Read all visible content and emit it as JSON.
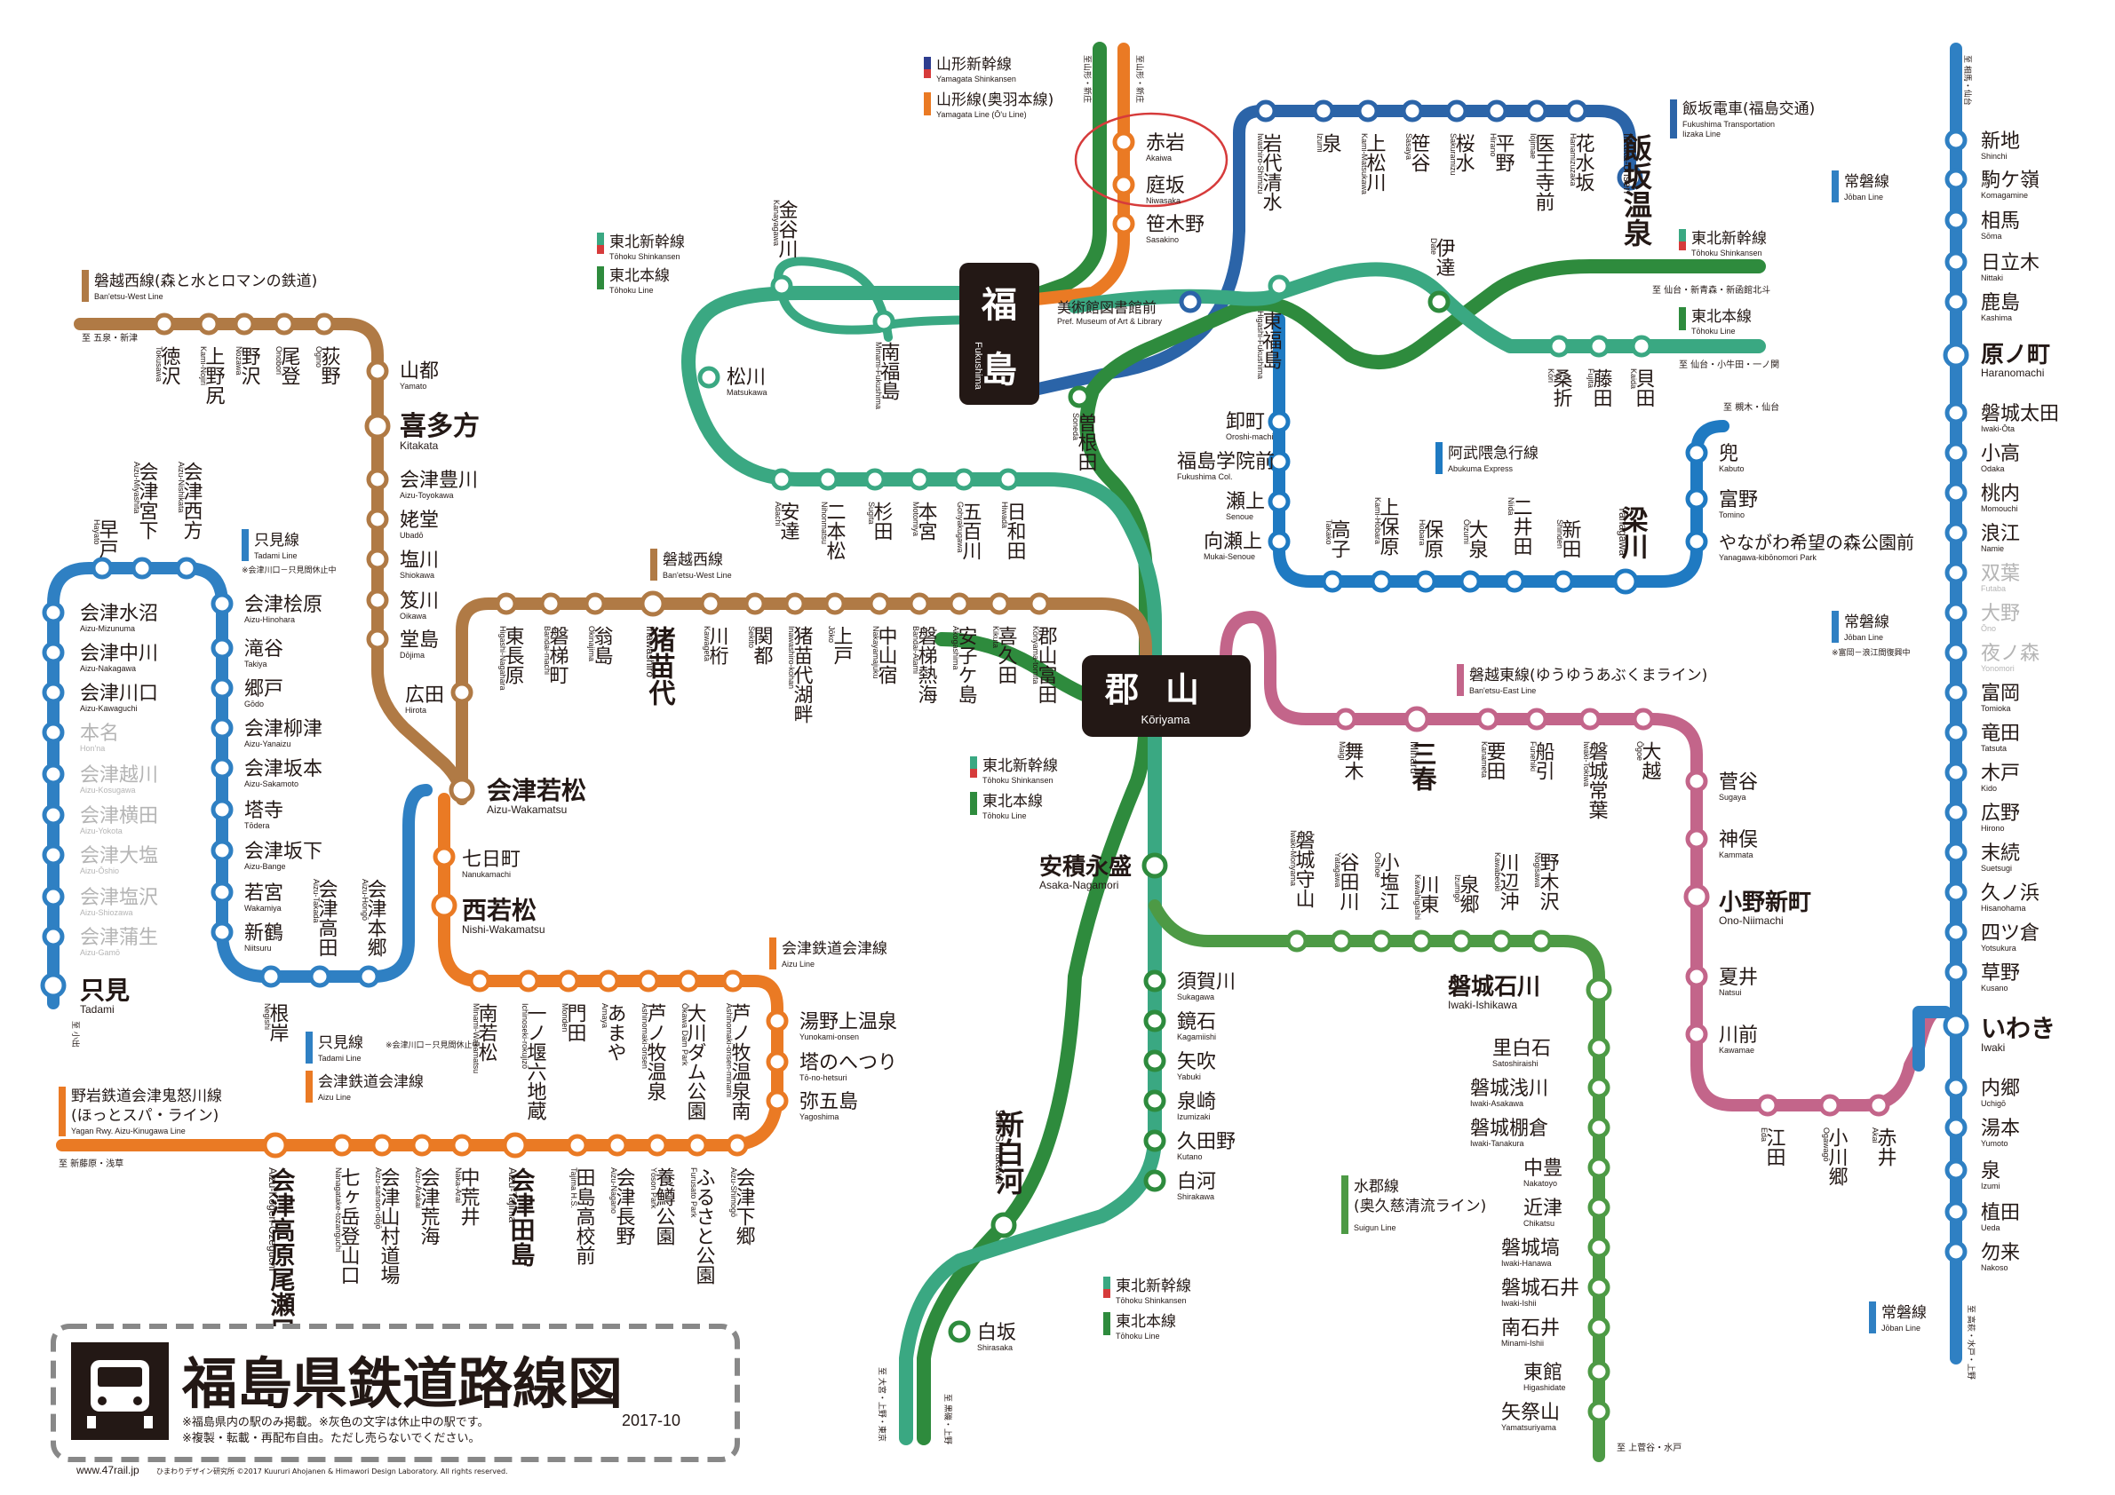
{
  "title": {
    "text": "福島県鉄道路線図",
    "date": "2017-10",
    "notes": [
      "※福島県内の駅のみ掲載。※灰色の文字は休止中の駅です。",
      "※複製・転載・再配布自由。ただし売らないでください。"
    ],
    "url": "www.47rail.jp",
    "credit": "ひまわりデザイン研究所 ©2017 Kuururi Ahojanen & Himawori Design Laboratory. All rights reserved."
  },
  "colors": {
    "tohoku": "#2e8b3d",
    "tohoku_shinkansen": "#3aa882",
    "banetsu_west": "#b07a45",
    "banetsu_east": "#c3658a",
    "joban": "#2f80c3",
    "aizu": "#ea7a24",
    "tadami": "#2f80c3",
    "iizaka": "#2b64a8",
    "abukuma": "#1f7ac2",
    "suigun": "#4d9a45",
    "yamagata": "#ea7a24",
    "highlight": "#d63b3b"
  },
  "hubs": {
    "fukushima": {
      "jp": "福島",
      "en": "Fukushima"
    },
    "koriyama": {
      "jp": "郡山",
      "en": "Kōriyama"
    }
  },
  "legends": {
    "yamagata_shinkansen": {
      "jp": "山形新幹線",
      "en": "Yamagata Shinkansen"
    },
    "yamagata_line": {
      "jp": "山形線(奥羽本線)",
      "en": "Yamagata Line (Ō'u Line)"
    },
    "iizaka": {
      "jp": "飯坂電車(福島交通)",
      "en": "Fukushima Transportation",
      "en2": "Iizaka Line"
    },
    "tohoku_shinkansen_1": {
      "jp": "東北新幹線",
      "en": "Tōhoku Shinkansen"
    },
    "tohoku_line_1": {
      "jp": "東北本線",
      "en": "Tōhoku Line"
    },
    "tohoku_shinkansen_2": {
      "jp": "東北新幹線",
      "en": "Tōhoku Shinkansen"
    },
    "tohoku_line_2": {
      "jp": "東北本線",
      "en": "Tōhoku Line"
    },
    "tohoku_shinkansen_3": {
      "jp": "東北新幹線",
      "en": "Tōhoku Shinkansen"
    },
    "tohoku_line_3": {
      "jp": "東北本線",
      "en": "Tōhoku Line"
    },
    "tohoku_shinkansen_4": {
      "jp": "東北新幹線",
      "en": "Tōhoku Shinkansen"
    },
    "tohoku_line_4": {
      "jp": "東北本線",
      "en": "Tōhoku Line"
    },
    "banetsu_west_1": {
      "jp": "磐越西線(森と水とロマンの鉄道)",
      "en": "Ban'etsu-West Line"
    },
    "banetsu_west_2": {
      "jp": "磐越西線",
      "en": "Ban'etsu-West Line"
    },
    "banetsu_east": {
      "jp": "磐越東線(ゆうゆうあぶくまライン)",
      "en": "Ban'etsu-East Line"
    },
    "abukuma": {
      "jp": "阿武隈急行線",
      "en": "Abukuma Express"
    },
    "joban_1": {
      "jp": "常磐線",
      "en": "Jōban Line"
    },
    "joban_2": {
      "jp": "常磐線",
      "en": "Jōban Line",
      "note": "※富岡－浪江間復興中"
    },
    "joban_3": {
      "jp": "常磐線",
      "en": "Jōban Line"
    },
    "tadami_1": {
      "jp": "只見線",
      "en": "Tadami Line",
      "note": "※会津川口－只見間休止中"
    },
    "tadami_2": {
      "jp": "只見線",
      "en": "Tadami Line",
      "note": "※会津川口－只見間休止中"
    },
    "aizu_1": {
      "jp": "会津鉄道会津線",
      "en": "Aizu Line"
    },
    "aizu_2": {
      "jp": "会津鉄道会津線",
      "en": "Aizu Line"
    },
    "yagan": {
      "jp": "野岩鉄道会津鬼怒川線",
      "jp2": "(ほっとスパ・ライン)",
      "en": "Yagan Rwy. Aizu-Kinugawa Line"
    },
    "suigun": {
      "jp": "水郡線",
      "jp2": "(奥久慈清流ライン)",
      "en": "Suigun Line"
    }
  },
  "directions": {
    "yamagata_1": "至山形・新庄",
    "yamagata_2": "至山形・新庄",
    "sendai_1": "至 仙台・新青森・新函館北斗",
    "sendai_2": "至 仙台・小牛田・一ノ関",
    "sendai_3": "至 槻木・仙台",
    "soma": "至 相馬・仙台",
    "goizumi": "至 五泉・新津",
    "koide": "至 小出",
    "shinfujiwara": "至 新藤原・浅草",
    "omiya": "至 大宮・上野・東京",
    "kuroiso": "至 黒磯・上野",
    "kamisugaya": "至 上菅谷・水戸",
    "takahagi": "至 高萩・水戸・上野"
  },
  "stations": {
    "akaiwa": {
      "jp": "赤岩",
      "en": "Akaiwa"
    },
    "niwasaka": {
      "jp": "庭坂",
      "en": "Niwasaka"
    },
    "sasakino": {
      "jp": "笹木野",
      "en": "Sasakino"
    },
    "museum": {
      "jp": "美術館図書館前",
      "en": "Pref. Museum of Art & Library"
    },
    "iwashiro_shimizu": {
      "jp": "岩代清水",
      "en": "Iwashiro-Shimizu"
    },
    "izumi_iz": {
      "jp": "泉",
      "en": "Izumi"
    },
    "kami_matsukawa": {
      "jp": "上松川",
      "en": "Kami-Matsukawa"
    },
    "sasaya": {
      "jp": "笹谷",
      "en": "Sasaya"
    },
    "sakuramizu": {
      "jp": "桜水",
      "en": "Sakuramizu"
    },
    "hirano": {
      "jp": "平野",
      "en": "Hirano"
    },
    "iojimae": {
      "jp": "医王寺前",
      "en": "Iōjimae"
    },
    "hanamizuzaka": {
      "jp": "花水坂",
      "en": "Hanamizuzaka"
    },
    "iizaka_onsen": {
      "jp": "飯坂温泉",
      "en": "Iizaka-onsen"
    },
    "kanayagawa": {
      "jp": "金谷川",
      "en": "Kanayagawa"
    },
    "matsukawa": {
      "jp": "松川",
      "en": "Matsukawa"
    },
    "minami_fukushima": {
      "jp": "南福島",
      "en": "Minami-Fukushima"
    },
    "soneda": {
      "jp": "曽根田",
      "en": "Soneda"
    },
    "higashi_fukushima": {
      "jp": "東福島",
      "en": "Higashi-Fukushima"
    },
    "date": {
      "jp": "伊達",
      "en": "Date"
    },
    "kori": {
      "jp": "桑折",
      "en": "Kōri"
    },
    "fujita": {
      "jp": "藤田",
      "en": "Fujita"
    },
    "kaida": {
      "jp": "貝田",
      "en": "Kaida"
    },
    "oroshimachi": {
      "jp": "卸町",
      "en": "Oroshi-machi"
    },
    "fukushima_gakuin": {
      "jp": "福島学院前",
      "en": "Fukushima Col."
    },
    "senoue": {
      "jp": "瀬上",
      "en": "Senoue"
    },
    "mukaisenoue": {
      "jp": "向瀬上",
      "en": "Mukai-Senoue"
    },
    "takako": {
      "jp": "高子",
      "en": "Takako"
    },
    "kamihobara": {
      "jp": "上保原",
      "en": "Kami-Hobara"
    },
    "hobara": {
      "jp": "保原",
      "en": "Hobara"
    },
    "ozumi": {
      "jp": "大泉",
      "en": "Ōizumi"
    },
    "niida": {
      "jp": "二井田",
      "en": "Niida"
    },
    "shinden": {
      "jp": "新田",
      "en": "Shinden"
    },
    "yanagawa": {
      "jp": "梁川",
      "en": "Yanagawa"
    },
    "kabuto": {
      "jp": "兜",
      "en": "Kabuto"
    },
    "tomino": {
      "jp": "富野",
      "en": "Tomino"
    },
    "yanagawa_kibou": {
      "jp": "やながわ希望の森公園前",
      "en": "Yanagawa-kibōnomori Park"
    },
    "adachi": {
      "jp": "安達",
      "en": "Adachi"
    },
    "nihonmatsu": {
      "jp": "二本松",
      "en": "Nihonmatsu"
    },
    "sugita": {
      "jp": "杉田",
      "en": "Sugita"
    },
    "motomiya": {
      "jp": "本宮",
      "en": "Motomiya"
    },
    "gohyakugawa": {
      "jp": "五百川",
      "en": "Gohyakugawa"
    },
    "hiwada": {
      "jp": "日和田",
      "en": "Hiwada"
    },
    "tokusawa": {
      "jp": "徳沢",
      "en": "Tokusawa"
    },
    "kaminojiri": {
      "jp": "上野尻",
      "en": "Kami-Nojiri"
    },
    "nozawa": {
      "jp": "野沢",
      "en": "Nozawa"
    },
    "onobori": {
      "jp": "尾登",
      "en": "Onobori"
    },
    "ogino": {
      "jp": "荻野",
      "en": "Ogino"
    },
    "yamato": {
      "jp": "山都",
      "en": "Yamato"
    },
    "kitakata": {
      "jp": "喜多方",
      "en": "Kitakata"
    },
    "aizu_toyokawa": {
      "jp": "会津豊川",
      "en": "Aizu-Toyokawa"
    },
    "ubado": {
      "jp": "姥堂",
      "en": "Ubadō"
    },
    "shiokawa": {
      "jp": "塩川",
      "en": "Shiokawa"
    },
    "oikawa": {
      "jp": "笈川",
      "en": "Oikawa"
    },
    "dojima": {
      "jp": "堂島",
      "en": "Dōjima"
    },
    "hirota": {
      "jp": "広田",
      "en": "Hirota"
    },
    "higashi_nagahara": {
      "jp": "東長原",
      "en": "Higashi-Nagahara"
    },
    "bandaimachi": {
      "jp": "磐梯町",
      "en": "Bandai-machi"
    },
    "okina": {
      "jp": "翁島",
      "en": "Okinajima"
    },
    "inawashiro": {
      "jp": "猪苗代",
      "en": "Inawashiro"
    },
    "kawageta": {
      "jp": "川桁",
      "en": "Kawageta"
    },
    "sekito": {
      "jp": "関都",
      "en": "Sekito"
    },
    "inawashiro_kohan": {
      "jp": "猪苗代湖畔",
      "en": "Inawashiro-kohan"
    },
    "jokko": {
      "jp": "上戸",
      "en": "Jōko"
    },
    "nakayamajuku": {
      "jp": "中山宿",
      "en": "Nakayamajuku"
    },
    "bandai_atami": {
      "jp": "磐梯熱海",
      "en": "Bandai-Atami"
    },
    "akogashima": {
      "jp": "安子ケ島",
      "en": "Akogashima"
    },
    "kikuta": {
      "jp": "喜久田",
      "en": "Kikuta"
    },
    "koriyama_tomita": {
      "jp": "郡山富田",
      "en": "Kōriyama-tomita"
    },
    "aizu_wakamatsu": {
      "jp": "会津若松",
      "en": "Aizu-Wakamatsu"
    },
    "nanukamachi": {
      "jp": "七日町",
      "en": "Nanukamachi"
    },
    "nishi_wakamatsu": {
      "jp": "西若松",
      "en": "Nishi-Wakamatsu"
    },
    "hayato": {
      "jp": "早戸",
      "en": "Hayato"
    },
    "aizu_miyashita": {
      "jp": "会津宮下",
      "en": "Aizu-Miyashita"
    },
    "aizu_nishikata": {
      "jp": "会津西方",
      "en": "Aizu-Nishikata"
    },
    "aizu_mizunuma": {
      "jp": "会津水沼",
      "en": "Aizu-Mizunuma"
    },
    "aizu_nakagawa": {
      "jp": "会津中川",
      "en": "Aizu-Nakagawa"
    },
    "aizu_kawaguchi": {
      "jp": "会津川口",
      "en": "Aizu-Kawaguchi"
    },
    "honna": {
      "jp": "本名",
      "en": "Hon'na"
    },
    "aizu_koshikawa": {
      "jp": "会津越川",
      "en": "Aizu-Kosugawa"
    },
    "aizu_yokota": {
      "jp": "会津横田",
      "en": "Aizu-Yokota"
    },
    "aizu_oshio": {
      "jp": "会津大塩",
      "en": "Aizu-Ōshio"
    },
    "aizu_shiozawa": {
      "jp": "会津塩沢",
      "en": "Aizu-Shiozawa"
    },
    "aizu_gamo": {
      "jp": "会津蒲生",
      "en": "Aizu-Gamō"
    },
    "tadami": {
      "jp": "只見",
      "en": "Tadami"
    },
    "aizu_hinohara": {
      "jp": "会津桧原",
      "en": "Aizu-Hinohara"
    },
    "takiya": {
      "jp": "滝谷",
      "en": "Takiya"
    },
    "godo": {
      "jp": "郷戸",
      "en": "Gōdo"
    },
    "aizu_yanaizu": {
      "jp": "会津柳津",
      "en": "Aizu-Yanaizu"
    },
    "aizu_sakamoto": {
      "jp": "会津坂本",
      "en": "Aizu-Sakamoto"
    },
    "todera": {
      "jp": "塔寺",
      "en": "Tōdera"
    },
    "aizu_bange": {
      "jp": "会津坂下",
      "en": "Aizu-Bange"
    },
    "wakamiya": {
      "jp": "若宮",
      "en": "Wakamiya"
    },
    "niitsuru": {
      "jp": "新鶴",
      "en": "Niitsuru"
    },
    "negishi": {
      "jp": "根岸",
      "en": "Negishi"
    },
    "aizu_takada": {
      "jp": "会津高田",
      "en": "Aizu-Takada"
    },
    "aizu_hongo": {
      "jp": "会津本郷",
      "en": "Aizu-Hongō"
    },
    "minami_wakamatsu": {
      "jp": "南若松",
      "en": "Minami-Wakamatsu"
    },
    "ichinoseki": {
      "jp": "一ノ堰六地蔵",
      "en": "Ichinoseki-rokujizō"
    },
    "monden": {
      "jp": "門田",
      "en": "Monden"
    },
    "amaya": {
      "jp": "あまや",
      "en": "Amaya"
    },
    "ashinomaki": {
      "jp": "芦ノ牧温泉",
      "en": "Ashinomaki-onsen"
    },
    "okawa_dam": {
      "jp": "大川ダム公園",
      "en": "Ōkawa Dam Park"
    },
    "ashinomaki_minami": {
      "jp": "芦ノ牧温泉南",
      "en": "Ashinomaki-onsen-minami"
    },
    "yunokami": {
      "jp": "湯野上温泉",
      "en": "Yunokami-onsen"
    },
    "tonohetsuri": {
      "jp": "塔のへつり",
      "en": "Tō-no-hetsuri"
    },
    "yagoshima": {
      "jp": "弥五島",
      "en": "Yagoshima"
    },
    "aizu_shimogo": {
      "jp": "会津下郷",
      "en": "Aizu-Shimogō"
    },
    "furusato": {
      "jp": "ふるさと公園",
      "en": "Furusato Park"
    },
    "yoshiro": {
      "jp": "養鱒公園",
      "en": "Yōson Park"
    },
    "aizu_nagano": {
      "jp": "会津長野",
      "en": "Aizu-Nagano"
    },
    "tajima_koko": {
      "jp": "田島高校前",
      "en": "Tajima H.S."
    },
    "aizu_tajima": {
      "jp": "会津田島",
      "en": "Aizu-Tajima"
    },
    "nakaarai": {
      "jp": "中荒井",
      "en": "Naka-Arai"
    },
    "aizu_arakai": {
      "jp": "会津荒海",
      "en": "Aizu-Arakai"
    },
    "aizu_sanson": {
      "jp": "会津山村道場",
      "en": "Aizu-sanson-dōjō"
    },
    "nanagatake": {
      "jp": "七ヶ岳登山口",
      "en": "Nanagatake-tozanguchi"
    },
    "aizu_kogen": {
      "jp": "会津高原尾瀬口",
      "en": "Aizu-Kōgen-Ozeguchi"
    },
    "asaka_nagamori": {
      "jp": "安積永盛",
      "en": "Asaka-Nagamori"
    },
    "sukagawa": {
      "jp": "須賀川",
      "en": "Sukagawa"
    },
    "kagamiishi": {
      "jp": "鏡石",
      "en": "Kagamiishi"
    },
    "yabuki": {
      "jp": "矢吹",
      "en": "Yabuki"
    },
    "izumizaki": {
      "jp": "泉崎",
      "en": "Izumizaki"
    },
    "kutano": {
      "jp": "久田野",
      "en": "Kutano"
    },
    "shirakawa": {
      "jp": "白河",
      "en": "Shirakawa"
    },
    "shin_shirakawa": {
      "jp": "新白河",
      "en": "Shin-Shirakawa"
    },
    "shirasaka": {
      "jp": "白坂",
      "en": "Shirasaka"
    },
    "iwaki_moriyama": {
      "jp": "磐城守山",
      "en": "Iwaki-Moriyama"
    },
    "yatada": {
      "jp": "谷田川",
      "en": "Yatagawa"
    },
    "koshiozawa": {
      "jp": "小塩江",
      "en": "Oshioe"
    },
    "kawahigashi": {
      "jp": "川東",
      "en": "Kawahigashi"
    },
    "izumigo": {
      "jp": "泉郷",
      "en": "Izumigō"
    },
    "kawabeoki": {
      "jp": "川辺沖",
      "en": "Kawabeoki"
    },
    "nogisawa": {
      "jp": "野木沢",
      "en": "Nogisawa"
    },
    "iwaki_ishikawa": {
      "jp": "磐城石川",
      "en": "Iwaki-Ishikawa"
    },
    "satoshiraishi": {
      "jp": "里白石",
      "en": "Satoshiraishi"
    },
    "iwaki_asakawa": {
      "jp": "磐城浅川",
      "en": "Iwaki-Asakawa"
    },
    "iwaki_tanakura": {
      "jp": "磐城棚倉",
      "en": "Iwaki-Tanakura"
    },
    "nakatoyo": {
      "jp": "中豊",
      "en": "Nakatoyo"
    },
    "chikatsu": {
      "jp": "近津",
      "en": "Chikatsu"
    },
    "iwaki_hanawa": {
      "jp": "磐城塙",
      "en": "Iwaki-Hanawa"
    },
    "iwaki_ishii": {
      "jp": "磐城石井",
      "en": "Iwaki-Ishii"
    },
    "minami_ishii": {
      "jp": "南石井",
      "en": "Minami-Ishii"
    },
    "higashidate": {
      "jp": "東館",
      "en": "Higashidate"
    },
    "yamatsuri": {
      "jp": "矢祭山",
      "en": "Yamatsuriyama"
    },
    "maigi": {
      "jp": "舞木",
      "en": "Maigi"
    },
    "miharu": {
      "jp": "三春",
      "en": "Miharu"
    },
    "kaname": {
      "jp": "要田",
      "en": "Kanameta"
    },
    "funehiki": {
      "jp": "船引",
      "en": "Funehiki"
    },
    "iwaki_tokiwa": {
      "jp": "磐城常葉",
      "en": "Iwaki-Tokiwa"
    },
    "okoe": {
      "jp": "大越",
      "en": "Ōgoe"
    },
    "sugaya": {
      "jp": "菅谷",
      "en": "Sugaya"
    },
    "kammata": {
      "jp": "神俣",
      "en": "Kammata"
    },
    "ono_niimachi": {
      "jp": "小野新町",
      "en": "Ono-Niimachi"
    },
    "natsui": {
      "jp": "夏井",
      "en": "Natsui"
    },
    "kawamae": {
      "jp": "川前",
      "en": "Kawamae"
    },
    "eda": {
      "jp": "江田",
      "en": "Eda"
    },
    "ogawago": {
      "jp": "小川郷",
      "en": "Ogawagō"
    },
    "akai": {
      "jp": "赤井",
      "en": "Akai"
    },
    "shinchi": {
      "jp": "新地",
      "en": "Shinchi"
    },
    "komagamine": {
      "jp": "駒ケ嶺",
      "en": "Komagamine"
    },
    "soma": {
      "jp": "相馬",
      "en": "Sōma"
    },
    "nittaki": {
      "jp": "日立木",
      "en": "Nittaki"
    },
    "kashima": {
      "jp": "鹿島",
      "en": "Kashima"
    },
    "haranomachi": {
      "jp": "原ノ町",
      "en": "Haranomachi"
    },
    "iwaki_ota": {
      "jp": "磐城太田",
      "en": "Iwaki-Ōta"
    },
    "odaka": {
      "jp": "小高",
      "en": "Odaka"
    },
    "momouchi": {
      "jp": "桃内",
      "en": "Momouchi"
    },
    "namie": {
      "jp": "浪江",
      "en": "Namie"
    },
    "futaba": {
      "jp": "双葉",
      "en": "Futaba"
    },
    "ono": {
      "jp": "大野",
      "en": "Ōno"
    },
    "yonomori": {
      "jp": "夜ノ森",
      "en": "Yonomori"
    },
    "tomioka": {
      "jp": "富岡",
      "en": "Tomioka"
    },
    "tatsuta": {
      "jp": "竜田",
      "en": "Tatsuta"
    },
    "kido": {
      "jp": "木戸",
      "en": "Kido"
    },
    "hirono": {
      "jp": "広野",
      "en": "Hirono"
    },
    "suetsugi": {
      "jp": "末続",
      "en": "Suetsugi"
    },
    "hisanohama": {
      "jp": "久ノ浜",
      "en": "Hisanohama"
    },
    "yotsukura": {
      "jp": "四ツ倉",
      "en": "Yotsukura"
    },
    "kusano": {
      "jp": "草野",
      "en": "Kusano"
    },
    "iwaki": {
      "jp": "いわき",
      "en": "Iwaki"
    },
    "uchigo": {
      "jp": "内郷",
      "en": "Uchigō"
    },
    "yumoto": {
      "jp": "湯本",
      "en": "Yumoto"
    },
    "izumi": {
      "jp": "泉",
      "en": "Izumi"
    },
    "ueda": {
      "jp": "植田",
      "en": "Ueda"
    },
    "nakoso": {
      "jp": "勿来",
      "en": "Nakoso"
    }
  }
}
